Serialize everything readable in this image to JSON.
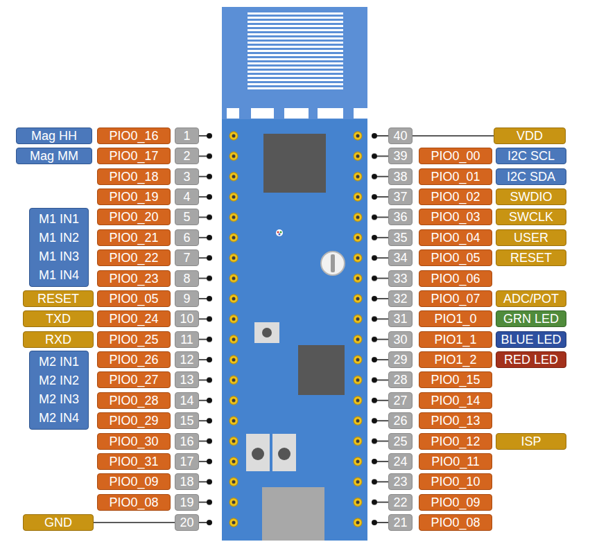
{
  "diagram": {
    "nodes": [
      {
        "text": [
          "Mag HH"
        ]
      },
      {
        "text": [
          "PIO0_16"
        ]
      },
      {
        "text": [
          "1"
        ]
      },
      {
        "text": [
          "40"
        ]
      },
      {
        "text": [
          "VDD"
        ]
      },
      {
        "text": [
          "Mag MM"
        ]
      },
      {
        "text": [
          "PIO0_17"
        ]
      },
      {
        "text": [
          "2"
        ]
      },
      {
        "text": [
          "39"
        ]
      },
      {
        "text": [
          "PIO0_00"
        ]
      },
      {
        "text": [
          "I2C SCL"
        ]
      },
      {
        "text": [
          "PIO0_18"
        ]
      },
      {
        "text": [
          "3"
        ]
      },
      {
        "text": [
          "38"
        ]
      },
      {
        "text": [
          "PIO0_01"
        ]
      },
      {
        "text": [
          "I2C SDA"
        ]
      },
      {
        "text": [
          "PIO0_19"
        ]
      },
      {
        "text": [
          "4"
        ]
      },
      {
        "text": [
          "37"
        ]
      },
      {
        "text": [
          "PIO0_02"
        ]
      },
      {
        "text": [
          "SWDIO"
        ]
      },
      {
        "text": [
          "M1 IN1",
          "M1 IN2",
          "M1 IN3",
          "M1 IN4"
        ]
      },
      {
        "text": [
          "PIO0_20"
        ]
      },
      {
        "text": [
          "5"
        ]
      },
      {
        "text": [
          "36"
        ]
      },
      {
        "text": [
          "PIO0_03"
        ]
      },
      {
        "text": [
          "SWCLK"
        ]
      },
      {
        "text": [
          "PIO0_21"
        ]
      },
      {
        "text": [
          "6"
        ]
      },
      {
        "text": [
          "35"
        ]
      },
      {
        "text": [
          "PIO0_04"
        ]
      },
      {
        "text": [
          "USER"
        ]
      },
      {
        "text": [
          "PIO0_22"
        ]
      },
      {
        "text": [
          "7"
        ]
      },
      {
        "text": [
          "34"
        ]
      },
      {
        "text": [
          "PIO0_05"
        ]
      },
      {
        "text": [
          "RESET"
        ]
      },
      {
        "text": [
          "PIO0_23"
        ]
      },
      {
        "text": [
          "8"
        ]
      },
      {
        "text": [
          "33"
        ]
      },
      {
        "text": [
          "PIO0_06"
        ]
      },
      {
        "text": [
          "RESET"
        ]
      },
      {
        "text": [
          "PIO0_05"
        ]
      },
      {
        "text": [
          "9"
        ]
      },
      {
        "text": [
          "32"
        ]
      },
      {
        "text": [
          "PIO0_07"
        ]
      },
      {
        "text": [
          "ADC/POT"
        ]
      },
      {
        "text": [
          "TXD"
        ]
      },
      {
        "text": [
          "PIO0_24"
        ]
      },
      {
        "text": [
          "10"
        ]
      },
      {
        "text": [
          "31"
        ]
      },
      {
        "text": [
          "PIO1_0"
        ]
      },
      {
        "text": [
          "GRN LED"
        ]
      },
      {
        "text": [
          "RXD"
        ]
      },
      {
        "text": [
          "PIO0_25"
        ]
      },
      {
        "text": [
          "11"
        ]
      },
      {
        "text": [
          "30"
        ]
      },
      {
        "text": [
          "PIO1_1"
        ]
      },
      {
        "text": [
          "BLUE LED"
        ]
      },
      {
        "text": [
          "M2 IN1",
          "M2 IN2",
          "M2 IN3",
          "M2 IN4"
        ]
      },
      {
        "text": [
          "PIO0_26"
        ]
      },
      {
        "text": [
          "12"
        ]
      },
      {
        "text": [
          "29"
        ]
      },
      {
        "text": [
          "PIO1_2"
        ]
      },
      {
        "text": [
          "RED LED"
        ]
      },
      {
        "text": [
          "PIO0_27"
        ]
      },
      {
        "text": [
          "13"
        ]
      },
      {
        "text": [
          "28"
        ]
      },
      {
        "text": [
          "PIO0_15"
        ]
      },
      {
        "text": [
          "PIO0_28"
        ]
      },
      {
        "text": [
          "14"
        ]
      },
      {
        "text": [
          "27"
        ]
      },
      {
        "text": [
          "PIO0_14"
        ]
      },
      {
        "text": [
          "PIO0_29"
        ]
      },
      {
        "text": [
          "15"
        ]
      },
      {
        "text": [
          "26"
        ]
      },
      {
        "text": [
          "PIO0_13"
        ]
      },
      {
        "text": [
          "PIO0_30"
        ]
      },
      {
        "text": [
          "16"
        ]
      },
      {
        "text": [
          "25"
        ]
      },
      {
        "text": [
          "PIO0_12"
        ]
      },
      {
        "text": [
          "ISP"
        ]
      },
      {
        "text": [
          "PIO0_31"
        ]
      },
      {
        "text": [
          "17"
        ]
      },
      {
        "text": [
          "24"
        ]
      },
      {
        "text": [
          "PIO0_11"
        ]
      },
      {
        "text": [
          "PIO0_09"
        ]
      },
      {
        "text": [
          "18"
        ]
      },
      {
        "text": [
          "23"
        ]
      },
      {
        "text": [
          "PIO0_10"
        ]
      },
      {
        "text": [
          "PIO0_08"
        ]
      },
      {
        "text": [
          "19"
        ]
      },
      {
        "text": [
          "22"
        ]
      },
      {
        "text": [
          "PIO0_09"
        ]
      },
      {
        "text": [
          "GND"
        ]
      },
      {
        "text": [
          "20"
        ]
      },
      {
        "text": [
          "21"
        ]
      },
      {
        "text": [
          "PIO0_08"
        ]
      }
    ],
    "edges": [
      {
        "from": 3,
        "to": 4,
        "arrow": "none"
      },
      {
        "from": 94,
        "to": 95,
        "arrow": "none"
      }
    ]
  }
}
